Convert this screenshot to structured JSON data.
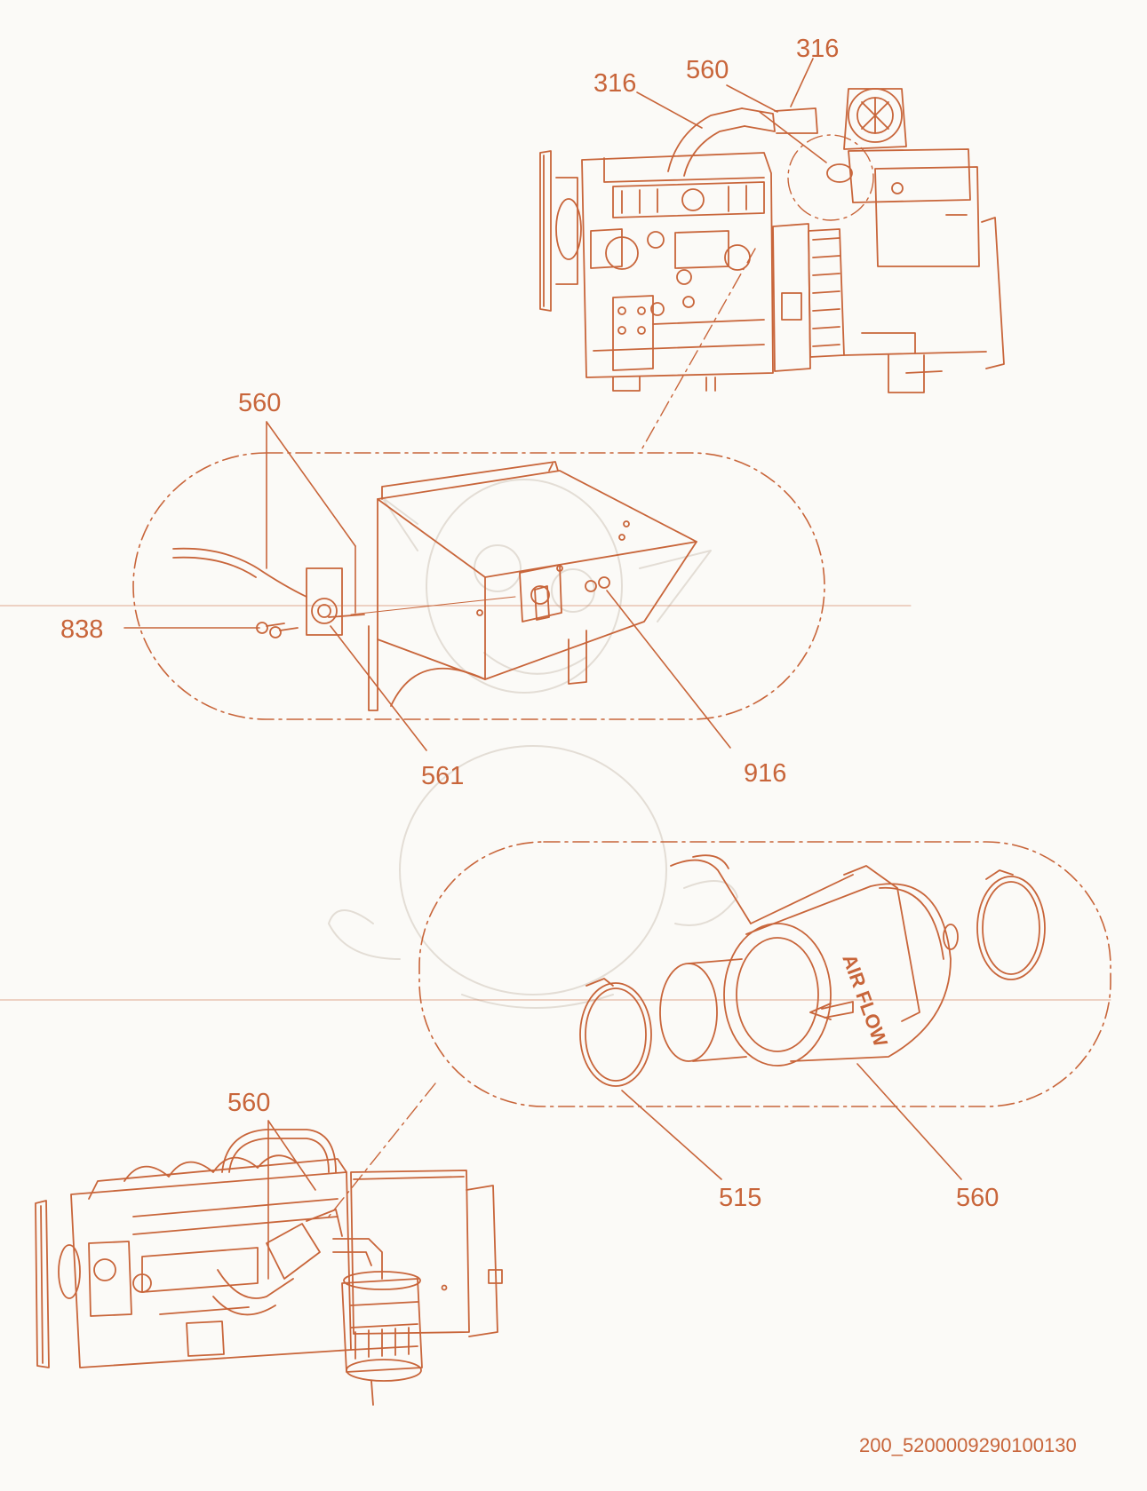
{
  "colors": {
    "line": "#c8653a",
    "text": "#c8653a",
    "background": "#fbfaf7",
    "watermark": "#e3ddd5"
  },
  "callouts": {
    "top_316_left": "316",
    "top_560": "560",
    "top_316_right": "316",
    "mid_560": "560",
    "mid_838": "838",
    "mid_561": "561",
    "mid_916": "916",
    "low_515": "515",
    "low_560_right": "560",
    "bottom_560": "560"
  },
  "detail": {
    "air_flow_text": "AIR FLOW"
  },
  "document_id": "200_5200009290100130"
}
